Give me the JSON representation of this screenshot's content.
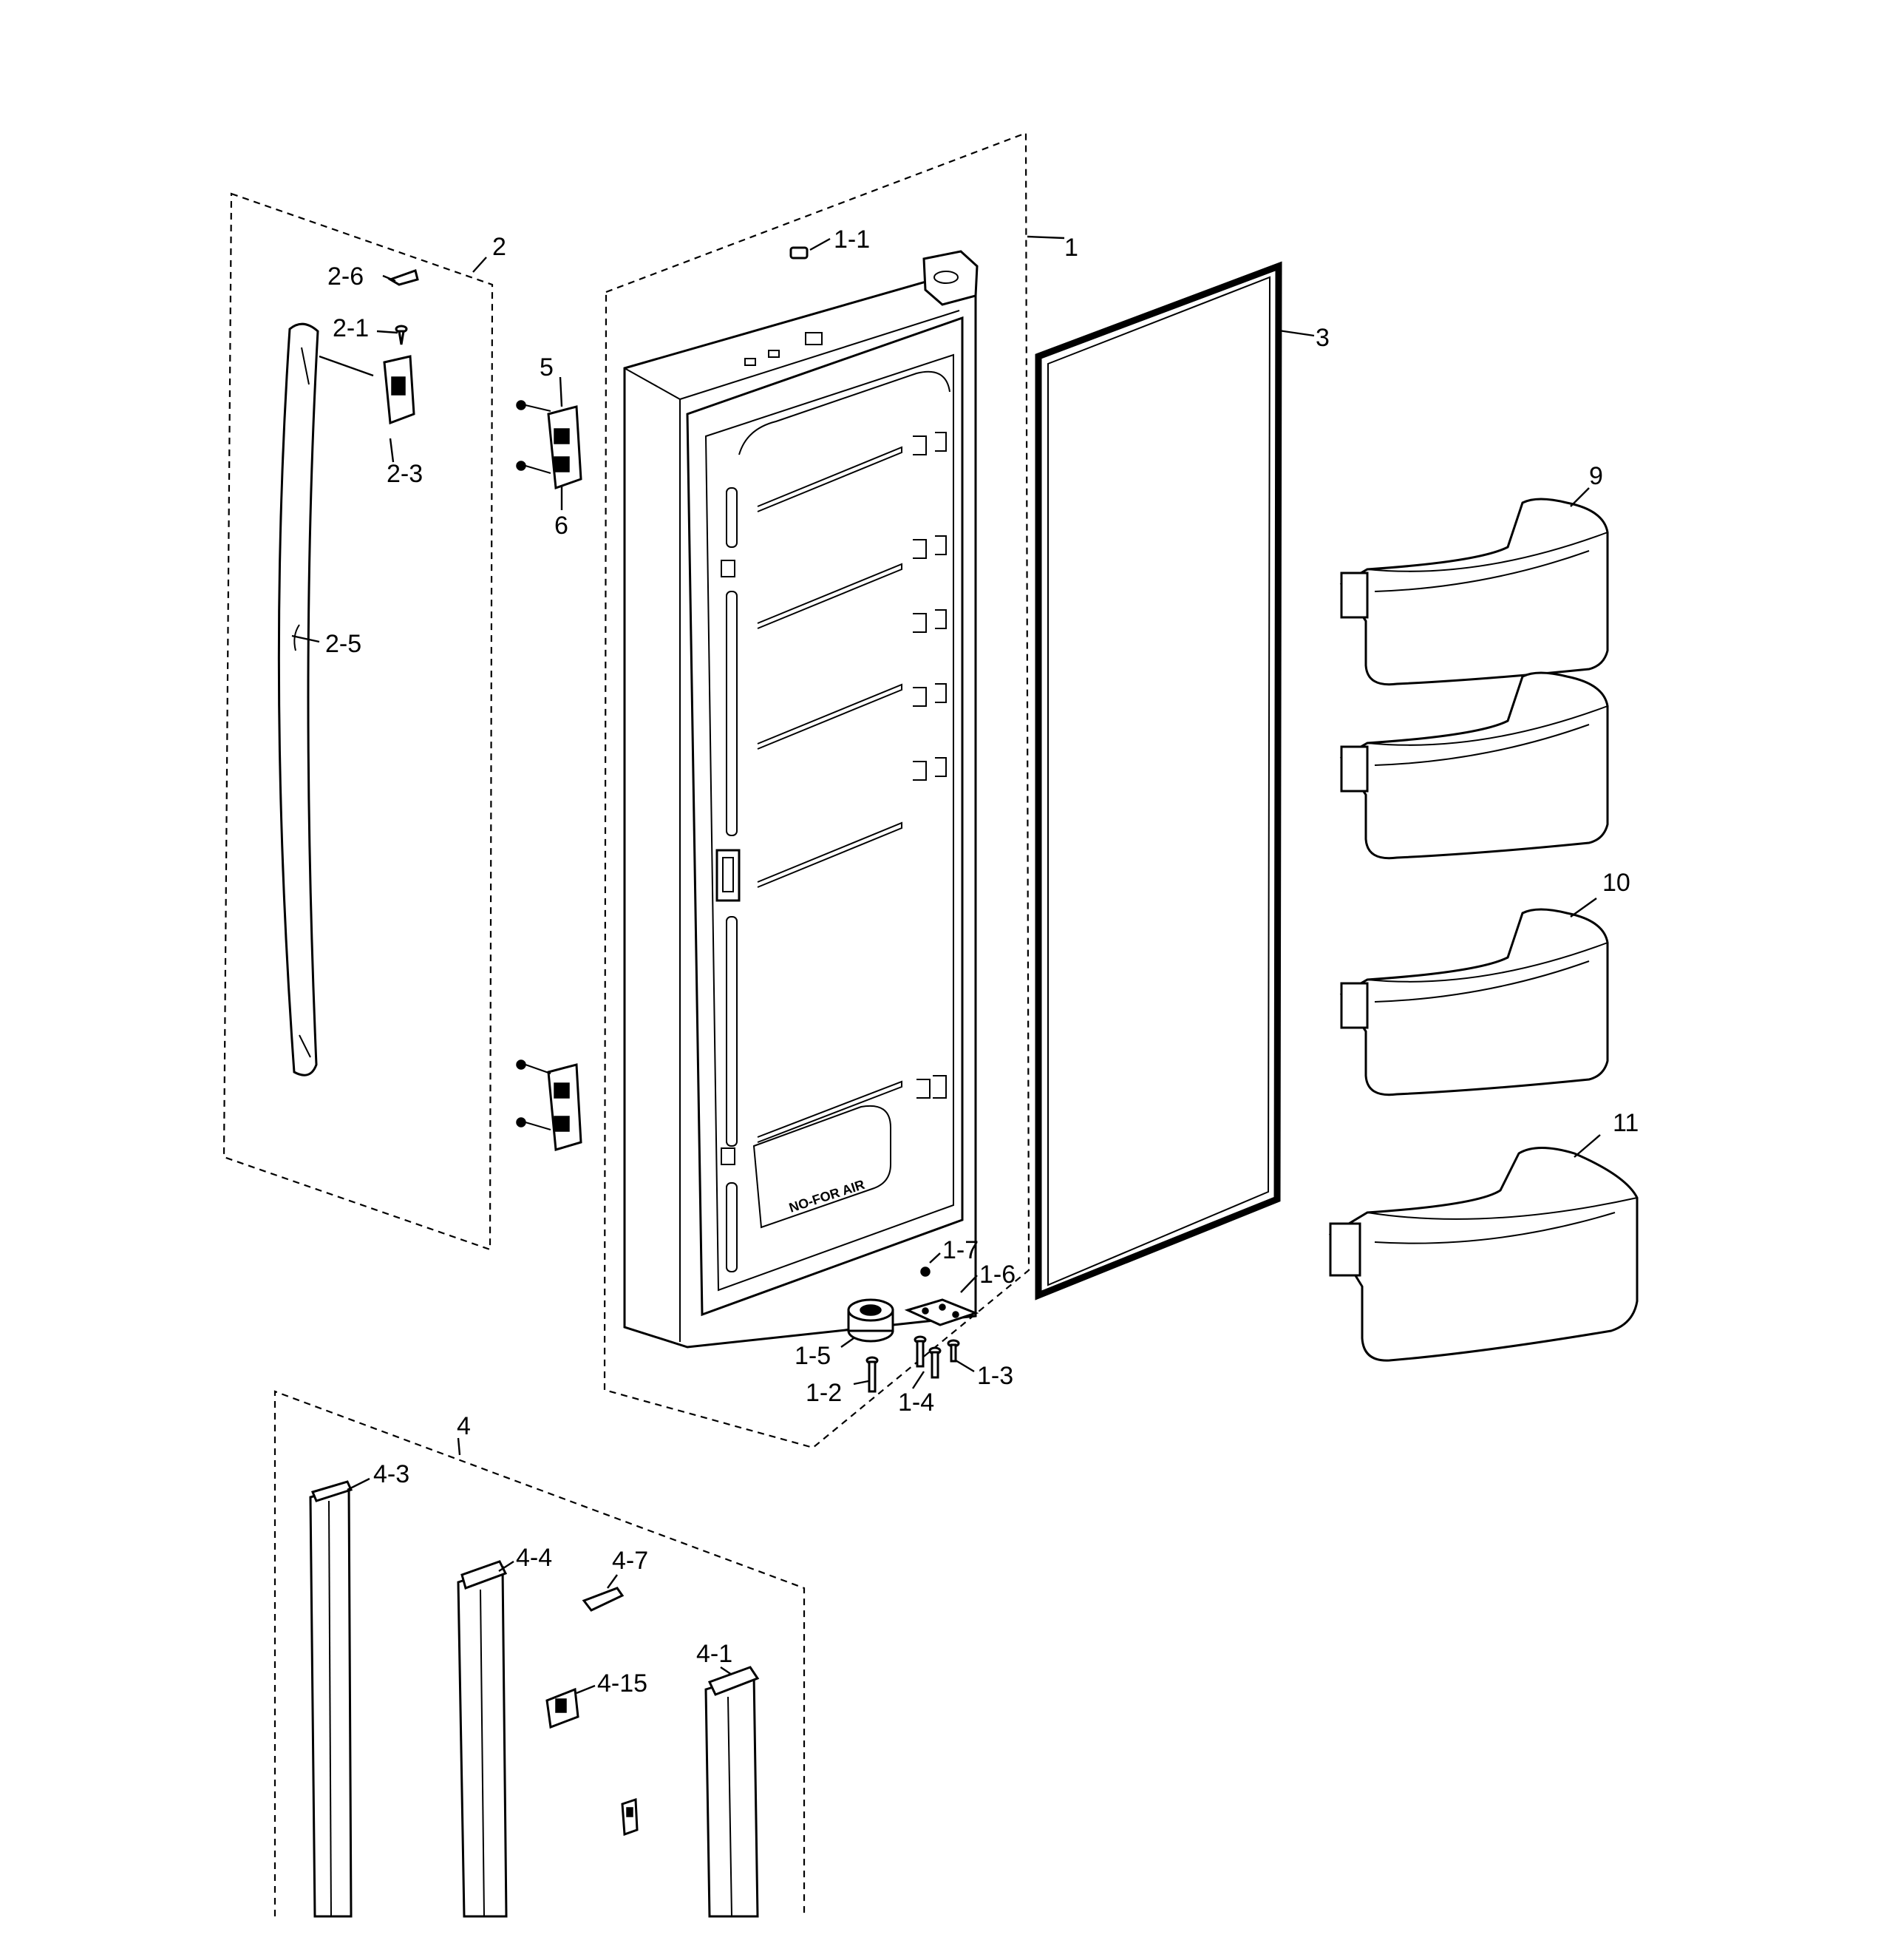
{
  "diagram": {
    "groups": [
      {
        "id": "door-assembly",
        "label": "1"
      },
      {
        "id": "handle-assembly",
        "label": "2"
      },
      {
        "id": "trim-assembly",
        "label": "4"
      }
    ],
    "callouts": {
      "c1": "1",
      "c1_1": "1-1",
      "c1_2": "1-2",
      "c1_3": "1-3",
      "c1_4": "1-4",
      "c1_5": "1-5",
      "c1_6": "1-6",
      "c1_7": "1-7",
      "c2": "2",
      "c2_1": "2-1",
      "c2_3": "2-3",
      "c2_5": "2-5",
      "c2_6": "2-6",
      "c3": "3",
      "c4": "4",
      "c4_1": "4-1",
      "c4_3": "4-3",
      "c4_4": "4-4",
      "c4_7": "4-7",
      "c4_15": "4-15",
      "c5": "5",
      "c6": "6",
      "c9": "9",
      "c10": "10",
      "c11": "11"
    },
    "door_liner_marking": "NO-FOR AIR",
    "icons": [
      "hinge-icon",
      "screw-icon",
      "gasket-icon",
      "door-bin-icon",
      "handle-icon",
      "trim-strip-icon"
    ]
  }
}
